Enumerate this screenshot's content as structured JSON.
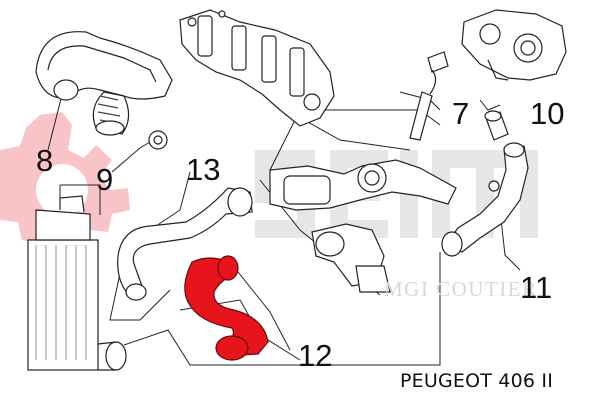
{
  "diagram": {
    "callouts": [
      {
        "id": "8",
        "label": "8"
      },
      {
        "id": "9",
        "label": "9"
      },
      {
        "id": "13",
        "label": "13"
      },
      {
        "id": "7",
        "label": "7"
      },
      {
        "id": "10",
        "label": "10"
      },
      {
        "id": "11",
        "label": "11"
      },
      {
        "id": "12",
        "label": "12"
      }
    ],
    "caption": "PEUGEOT 406 II",
    "watermark": {
      "logo_text": "SEIM",
      "brand": "MGI COUTIER"
    },
    "colors": {
      "highlight": "#e8141c",
      "logo": "#f8c4c8",
      "logo_text": "#e6e6e6",
      "line": "#222222"
    }
  }
}
